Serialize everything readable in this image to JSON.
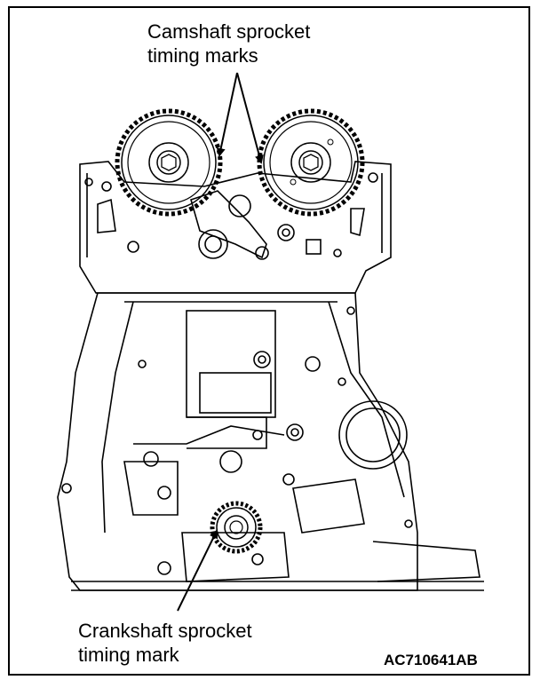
{
  "labels": {
    "camshaft": "Camshaft sprocket\ntiming marks",
    "crankshaft": "Crankshaft sprocket\ntiming mark"
  },
  "reference_code": "AC710641AB",
  "colors": {
    "line": "#000000",
    "background": "#ffffff"
  }
}
